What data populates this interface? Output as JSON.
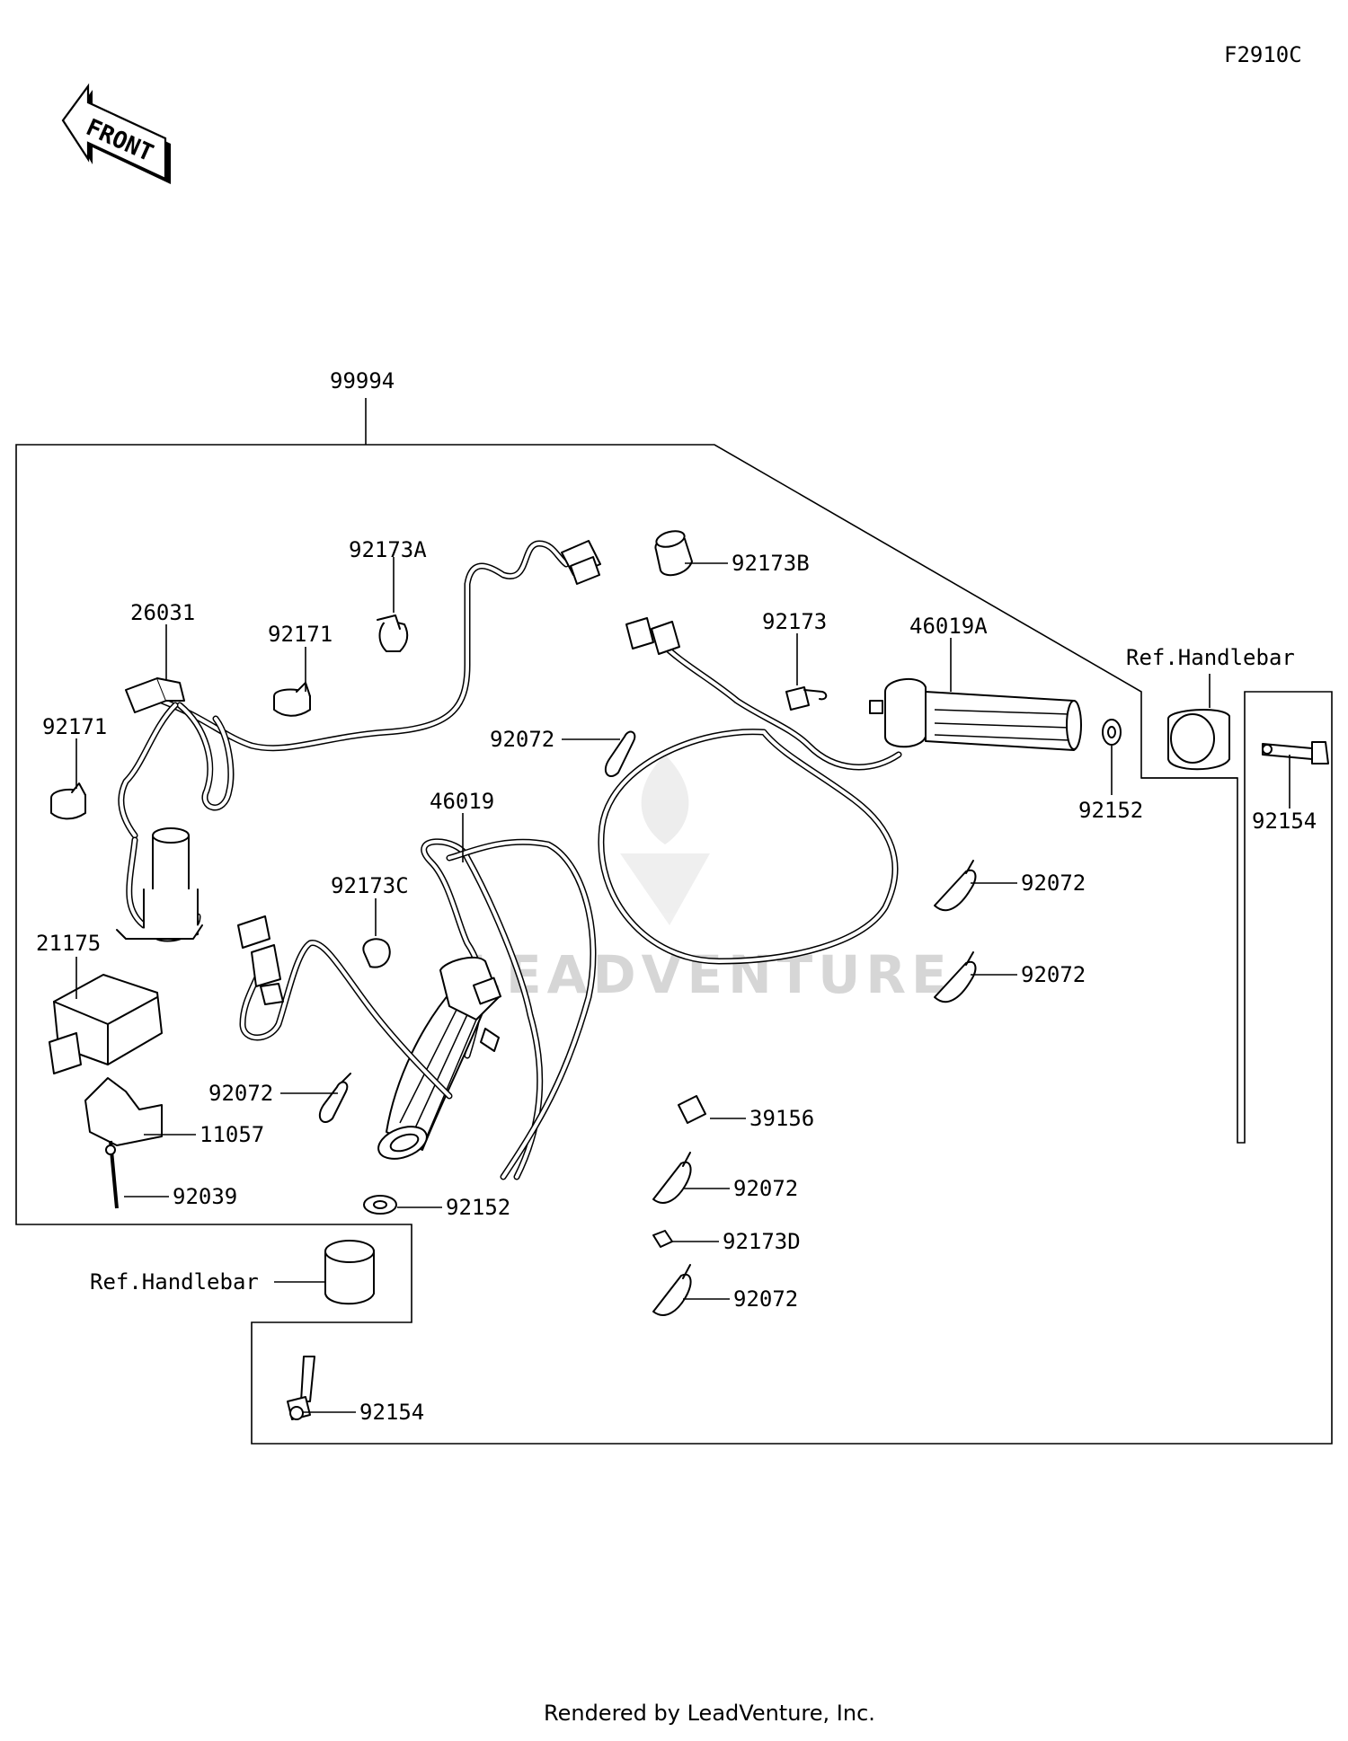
{
  "figure_code": "F2910C",
  "front_label": "FRONT",
  "watermark": "LEADVENTURE",
  "footer": "Rendered by LeadVenture, Inc.",
  "callouts": {
    "c99994": "99994",
    "c92173A": "92173A",
    "c92173B": "92173B",
    "c26031": "26031",
    "c92171_top": "92171",
    "c92171_left": "92171",
    "c92173": "92173",
    "c46019A": "46019A",
    "ref_handlebar_right": "Ref.Handlebar",
    "c92072_a": "92072",
    "c92152_right": "92152",
    "c92154_right": "92154",
    "c46019": "46019",
    "c92173C": "92173C",
    "c92072_b": "92072",
    "c92072_c": "92072",
    "c21175": "21175",
    "c92072_d": "92072",
    "c39156": "39156",
    "c11057": "11057",
    "c92072_e": "92072",
    "c92039": "92039",
    "c92152_left": "92152",
    "c92173D": "92173D",
    "ref_handlebar_left": "Ref.Handlebar",
    "c92072_f": "92072",
    "c92154_left": "92154"
  }
}
